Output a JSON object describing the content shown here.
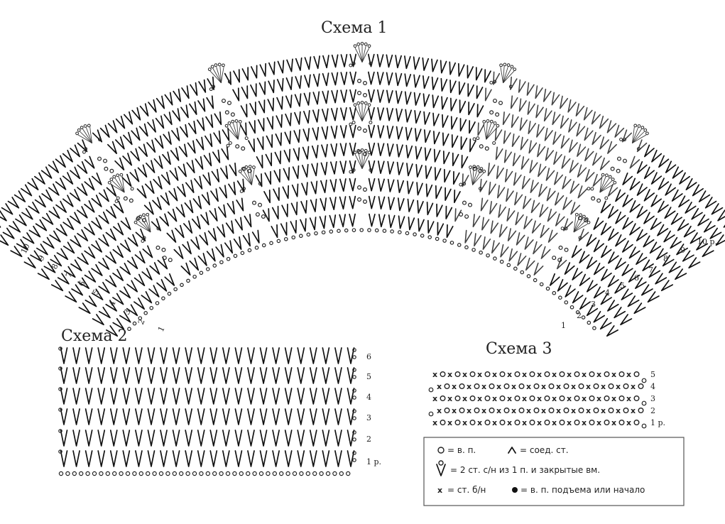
{
  "schema1": {
    "title": "Схема 1",
    "row_labels": [
      "1",
      "2",
      "3",
      "4",
      "5",
      "6",
      "7",
      "8",
      "9",
      "10 р."
    ],
    "left_row_labels": [
      "1",
      "2",
      "3",
      "4",
      "5",
      "6",
      "7",
      "8",
      "9",
      "10"
    ]
  },
  "schema2": {
    "title": "Схема 2",
    "row_labels": [
      "6",
      "5",
      "4",
      "3",
      "2",
      "1 р."
    ]
  },
  "schema3": {
    "title": "Схема 3",
    "row_labels": [
      "5",
      "4",
      "3",
      "2",
      "1 р."
    ]
  },
  "legend": {
    "chain": "= в. п.",
    "slip": "= соед. ст.",
    "double": "= 2 ст. с/н из 1 п. и закрытые вм.",
    "single": "= ст. б/н",
    "start": "= в. п. подъема или начало",
    "single_symbol": "x",
    "chain_symbol": "о"
  }
}
